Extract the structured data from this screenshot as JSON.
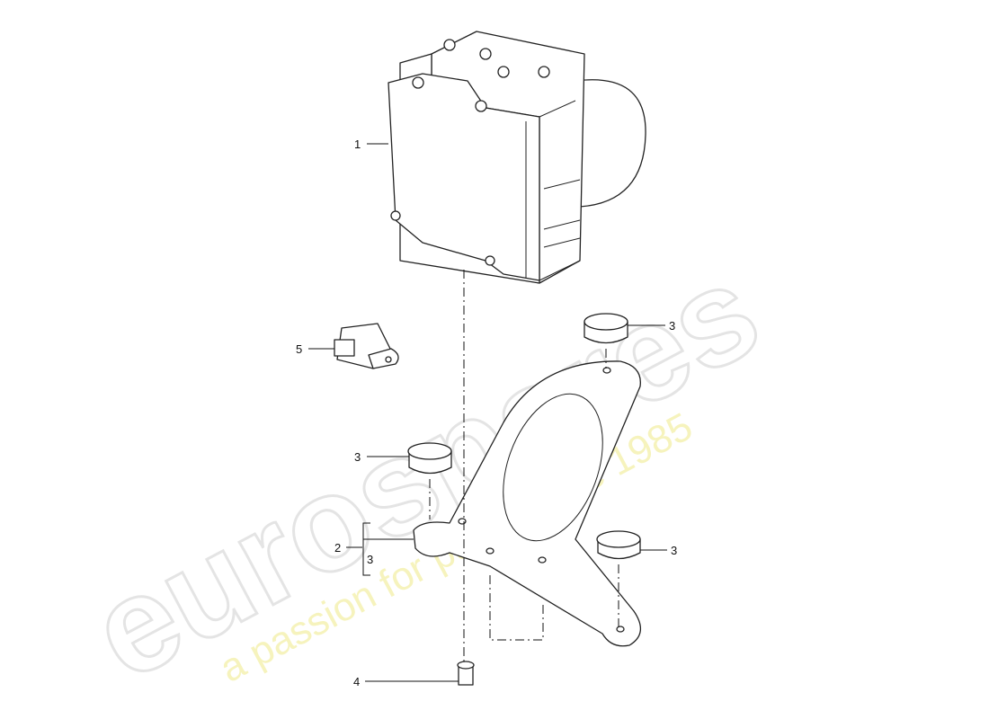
{
  "watermark": {
    "brand": "eurospares",
    "tagline": "a passion for parts since 1985"
  },
  "callouts": {
    "abs_unit": "1",
    "sensor": "5",
    "mount_top_right": "3",
    "mount_left": "3",
    "bracket": "2",
    "bracket_sub": "3",
    "mount_bottom_right": "3",
    "bolt": "4"
  }
}
